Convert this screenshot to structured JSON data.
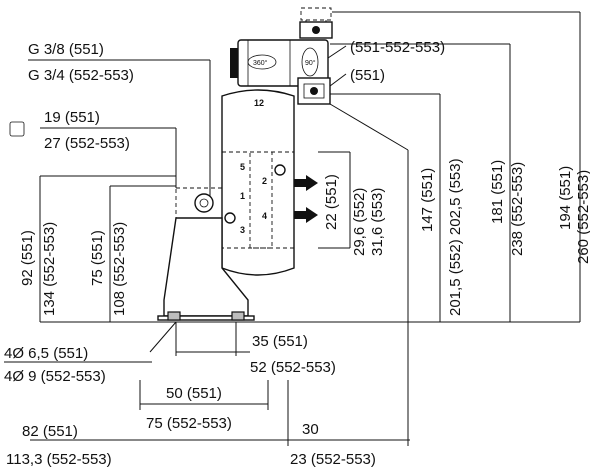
{
  "labels": {
    "thread_551": "G 3/8 (551)",
    "thread_552": "G 3/4 (552-553)",
    "wrench_551": "19 (551)",
    "wrench_552": "27 (552-553)",
    "top_conn_a": "(551-552-553)",
    "top_conn_b": "(551)",
    "h92": "92 (551)",
    "h134": "134 (552-553)",
    "h75": "75 (551)",
    "h108": "108 (552-553)",
    "port_22": "22 (551)",
    "port_296": "29,6 (552)",
    "port_316": "31,6 (553)",
    "h147": "147 (551)",
    "h201": "201,5 (552) 202,5 (553)",
    "h181": "181 (551)",
    "h238": "238 (552-553)",
    "h194": "194 (551)",
    "h260": "260 (552-553)",
    "hole_551": "4Ø 6,5 (551)",
    "hole_552": "4Ø 9 (552-553)",
    "w35": "35 (551)",
    "w52": "52 (552-553)",
    "w50": "50 (551)",
    "w75": "75 (552-553)",
    "w82": "82 (551)",
    "w113": "113,3 (552-553)",
    "w30": "30",
    "w23": "23 (552-553)",
    "tag_360": "360°",
    "tag_90": "90°"
  },
  "port_numbers": [
    "1",
    "2",
    "3",
    "4",
    "5",
    "12"
  ]
}
